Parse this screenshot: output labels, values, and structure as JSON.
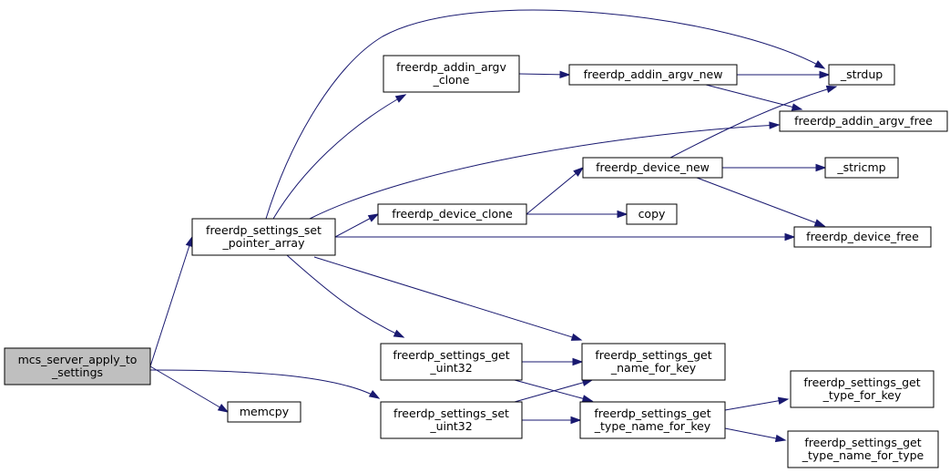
{
  "diagram": {
    "type": "call-graph",
    "colors": {
      "edge": "#191970",
      "root_fill": "#bfbfbf",
      "node_fill": "#ffffff",
      "node_border": "#000000"
    },
    "nodes": [
      {
        "id": "mcs",
        "lines": [
          "mcs_server_apply_to",
          "_settings"
        ],
        "root": true
      },
      {
        "id": "set_ptr",
        "lines": [
          "freerdp_settings_set",
          "_pointer_array"
        ]
      },
      {
        "id": "memcpy",
        "lines": [
          "memcpy"
        ]
      },
      {
        "id": "addin_clone",
        "lines": [
          "freerdp_addin_argv",
          "_clone"
        ]
      },
      {
        "id": "addin_new",
        "lines": [
          "freerdp_addin_argv_new"
        ]
      },
      {
        "id": "strdup",
        "lines": [
          "_strdup"
        ]
      },
      {
        "id": "addin_free",
        "lines": [
          "freerdp_addin_argv_free"
        ]
      },
      {
        "id": "dev_new",
        "lines": [
          "freerdp_device_new"
        ]
      },
      {
        "id": "stricmp",
        "lines": [
          "_stricmp"
        ]
      },
      {
        "id": "dev_clone",
        "lines": [
          "freerdp_device_clone"
        ]
      },
      {
        "id": "copy",
        "lines": [
          "copy"
        ]
      },
      {
        "id": "dev_free",
        "lines": [
          "freerdp_device_free"
        ]
      },
      {
        "id": "get_u32",
        "lines": [
          "freerdp_settings_get",
          "_uint32"
        ]
      },
      {
        "id": "set_u32",
        "lines": [
          "freerdp_settings_set",
          "_uint32"
        ]
      },
      {
        "id": "name_key",
        "lines": [
          "freerdp_settings_get",
          "_name_for_key"
        ]
      },
      {
        "id": "type_name_key",
        "lines": [
          "freerdp_settings_get",
          "_type_name_for_key"
        ]
      },
      {
        "id": "type_key",
        "lines": [
          "freerdp_settings_get",
          "_type_for_key"
        ]
      },
      {
        "id": "type_name_type",
        "lines": [
          "freerdp_settings_get",
          "_type_name_for_type"
        ]
      }
    ],
    "edges": [
      [
        "mcs",
        "set_ptr"
      ],
      [
        "mcs",
        "memcpy"
      ],
      [
        "mcs",
        "set_u32"
      ],
      [
        "set_ptr",
        "strdup"
      ],
      [
        "set_ptr",
        "addin_clone"
      ],
      [
        "set_ptr",
        "addin_free"
      ],
      [
        "set_ptr",
        "dev_clone"
      ],
      [
        "set_ptr",
        "dev_free"
      ],
      [
        "set_ptr",
        "get_u32"
      ],
      [
        "set_ptr",
        "name_key"
      ],
      [
        "addin_clone",
        "addin_new"
      ],
      [
        "addin_new",
        "strdup"
      ],
      [
        "addin_new",
        "addin_free"
      ],
      [
        "dev_clone",
        "dev_new"
      ],
      [
        "dev_clone",
        "copy"
      ],
      [
        "dev_new",
        "strdup"
      ],
      [
        "dev_new",
        "stricmp"
      ],
      [
        "dev_new",
        "dev_free"
      ],
      [
        "get_u32",
        "name_key"
      ],
      [
        "get_u32",
        "type_name_key"
      ],
      [
        "set_u32",
        "name_key"
      ],
      [
        "set_u32",
        "type_name_key"
      ],
      [
        "type_name_key",
        "type_key"
      ],
      [
        "type_name_key",
        "type_name_type"
      ]
    ]
  }
}
